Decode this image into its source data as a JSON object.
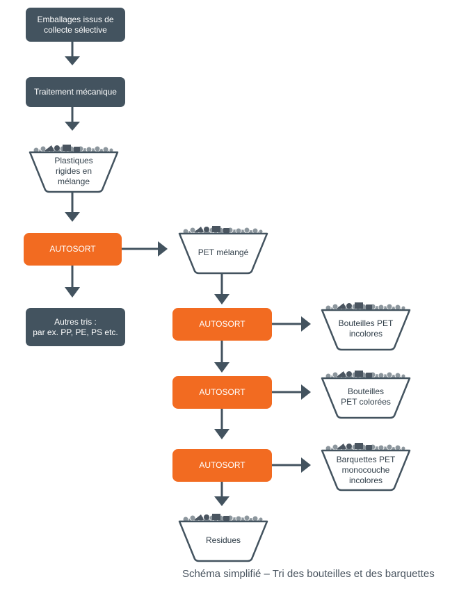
{
  "colors": {
    "dark": "#43535f",
    "orange": "#f26b21",
    "debris": "#8c969d",
    "debris_dark": "#4a5560"
  },
  "nodes": {
    "collecte": "Emballages issus de\ncollecte sélective",
    "traitement": "Traitement mécanique",
    "plastiques": "Plastiques\nrigides en\nmélange",
    "autosort1": "AUTOSORT",
    "autres": "Autres tris :\npar ex. PP, PE, PS etc.",
    "pet_melange": "PET mélangé",
    "autosort2": "AUTOSORT",
    "bouteilles_incolores": "Bouteilles PET\nincolores",
    "autosort3": "AUTOSORT",
    "bouteilles_colorees": "Bouteilles\nPET colorées",
    "autosort4": "AUTOSORT",
    "barquettes": "Barquettes PET\nmonocouche\nincolores",
    "residues": "Residues"
  },
  "caption": "Schéma simplifié – Tri des bouteilles et des barquettes"
}
